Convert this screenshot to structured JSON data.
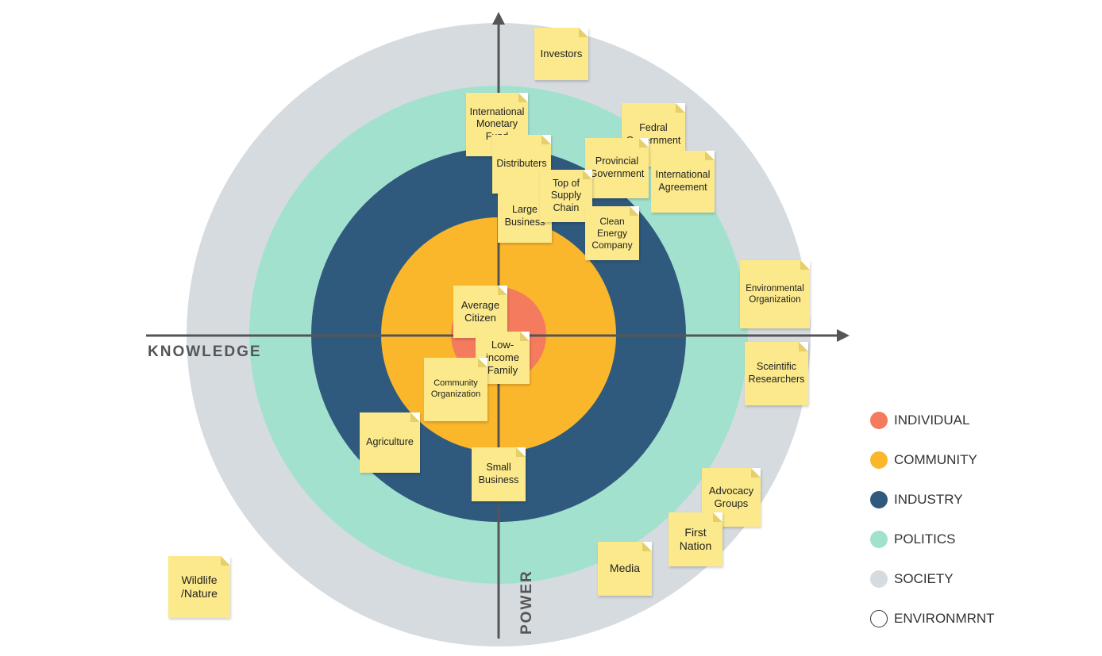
{
  "axes": {
    "x_label": "KNOWLEDGE",
    "y_label": "POWER"
  },
  "colors": {
    "individual": "#f47b5e",
    "community": "#fbb72c",
    "industry": "#2f5a7d",
    "politics": "#a3e1cf",
    "society": "#d6dbe0",
    "axis": "#555555",
    "note": "#fbe98b"
  },
  "legend": [
    {
      "label": "INDIVIDUAL",
      "color": "#f47b5e"
    },
    {
      "label": "COMMUNITY",
      "color": "#fbb72c"
    },
    {
      "label": "INDUSTRY",
      "color": "#2f5a7d"
    },
    {
      "label": "POLITICS",
      "color": "#a3e1cf"
    },
    {
      "label": "SOCIETY",
      "color": "#d6dbe0"
    },
    {
      "label": "ENVIRONMRNT",
      "color": "#ffffff"
    }
  ],
  "notes": {
    "investors": "Investors",
    "imf": "International Monetary Fund",
    "federal": "Fedral Government",
    "distributers": "Distributers",
    "provincial": "Provincial Government",
    "intl_agreement": "International Agreement",
    "top_supply": "Top of Supply Chain",
    "large_business": "Large Business",
    "clean_energy": "Clean Energy Company",
    "environmental_org": "Environmental Organization",
    "average_citizen": "Average Citizen",
    "low_income": "Low-income Family",
    "community_org": "Community Organization",
    "scientific": "Sceintific Researchers",
    "agriculture": "Agriculture",
    "small_business": "Small Business",
    "advocacy": "Advocacy Groups",
    "first_nation": "First Nation",
    "media": "Media",
    "wildlife": "Wildlife /Nature"
  }
}
